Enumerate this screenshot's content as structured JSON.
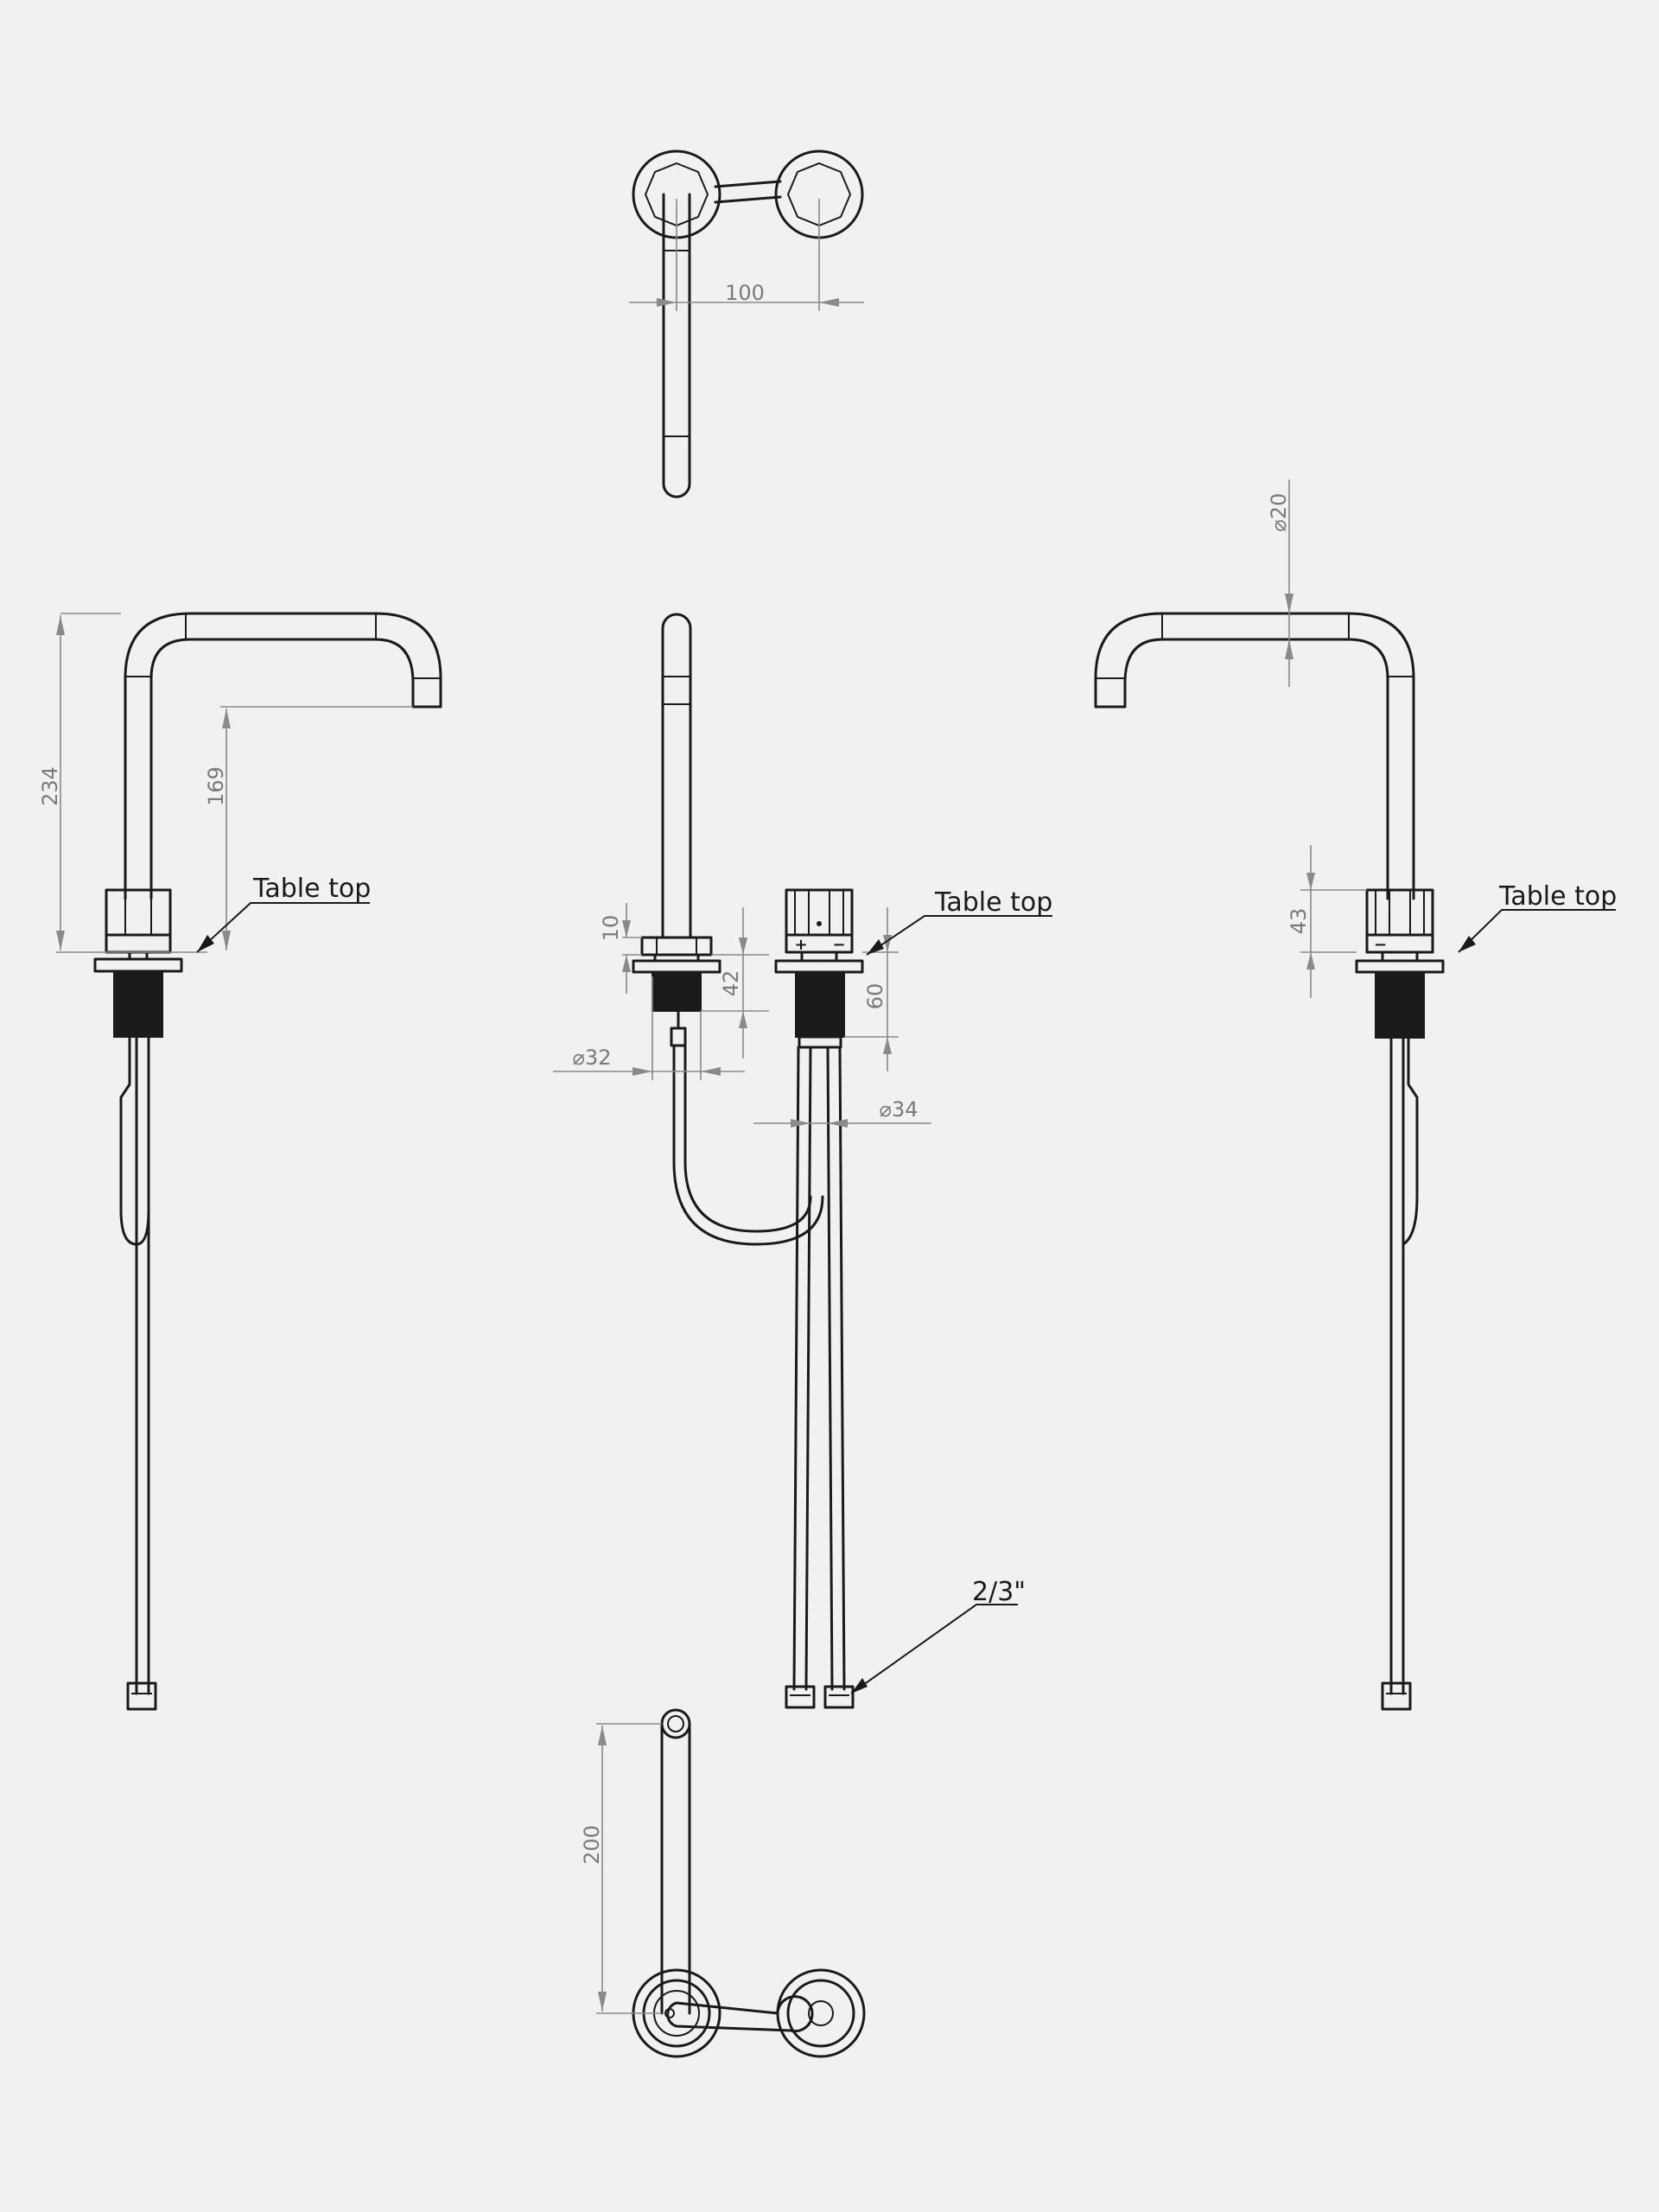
{
  "labels": {
    "table_top": "Table top",
    "thread": "2/3\""
  },
  "dimensions": {
    "handle_spacing": "100",
    "spout_diameter": "⌀20",
    "overall_height": "234",
    "spout_height": "169",
    "flange_center": "10",
    "body_height_center": "42",
    "handle_height": "60",
    "base_diameter_spout": "⌀32",
    "base_diameter_handle": "⌀34",
    "handle_height_right": "43",
    "spout_reach": "200"
  },
  "colors": {
    "background": "#f1f1f1",
    "line": "#1a1a1a",
    "dimension": "#8a8a8a"
  }
}
